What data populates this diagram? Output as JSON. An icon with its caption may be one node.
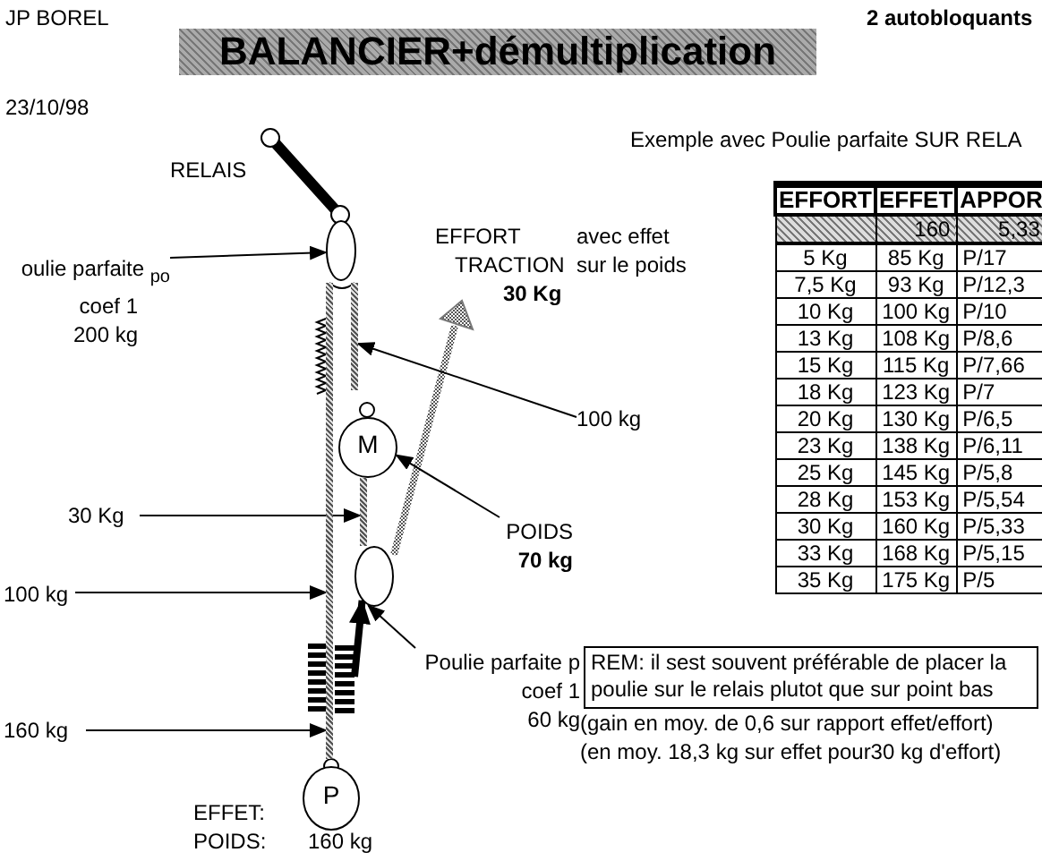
{
  "diagram": {
    "title": "BALANCIER+démultiplication",
    "nodes": [
      {
        "text": [],
        "shape": "circle"
      },
      {
        "text": [
          "oulie parfaite $_{po}$",
          "coef 1",
          "200 kg"
        ]
      },
      {
        "text": [
          "100 kg"
        ]
      },
      {
        "text": [
          "M"
        ]
      },
      {
        "text": [
          "30 Kg"
        ]
      },
      {
        "text": [
          "POIDS",
          "70 kg"
        ]
      },
      {
        "text": [],
        "shape": "circle"
      },
      {
        "text": [
          "100 kg"
        ]
      },
      {
        "text": [
          "Poulie parfaite p",
          "coef 1",
          "60 kg"
        ]
      },
      {
        "text": [
          "REM: il sest souvent préférable de placer la poulie sur le relais plutot que sur point bas"
        ]
      },
      {
        "text": [
          "160 kg"
        ]
      },
      {
        "text": [
          "P"
        ],
        "beside": [
          "160 kg"
        ]
      },
      {
        "text": [],
        "shape": "rope"
      },
      {
        "text": [],
        "shape": "rope"
      },
      {
        "text": [],
        "shape": "rope"
      },
      {
        "text": [],
        "shape": "spring"
      }
    ],
    "edges": [
      {
        "from": 1,
        "to": 0,
        "arrow": "to"
      },
      {
        "from": 2,
        "to": 13,
        "arrow": "to"
      },
      {
        "from": 5,
        "to": 3,
        "arrow": "to"
      },
      {
        "from": 4,
        "to": 14,
        "arrow": "to"
      },
      {
        "from": 7,
        "to": 12,
        "arrow": "to"
      },
      {
        "from": 8,
        "to": 6,
        "arrow": "to"
      },
      {
        "from": 10,
        "to": 12,
        "arrow": "to"
      },
      {
        "from": 15,
        "to": 6,
        "arrow": "to",
        "style": "thick"
      }
    ],
    "labels": [
      "JP BOREL",
      "2 autobloquants",
      "23/10/98",
      "Exemple avec Poulie parfaite SUR RELA",
      "RELAIS",
      "EFFORT",
      "TRACTION",
      "30 Kg",
      "avec effet sur le poids",
      "EFFET:",
      "POIDS:",
      "(gain en moy. de 0,6 sur rapport effet/effort)",
      "(en moy. 18,3 kg sur effet pour30 kg d'effort)",
      "EFFORT",
      "EFFET",
      "APPOR",
      "160",
      "5,33",
      "5 Kg",
      "85 Kg",
      "P/17",
      "7,5 Kg",
      "93 Kg",
      "P/12,3",
      "10 Kg",
      "100 Kg",
      "P/10",
      "13 Kg",
      "108 Kg",
      "P/8,6",
      "15 Kg",
      "115 Kg",
      "P/7,66",
      "18 Kg",
      "123 Kg",
      "P/7",
      "20 Kg",
      "130 Kg",
      "P/6,5",
      "23 Kg",
      "138 Kg",
      "P/6,11",
      "25 Kg",
      "145 Kg",
      "P/5,8",
      "28 Kg",
      "153 Kg",
      "P/5,54",
      "30 Kg",
      "160 Kg",
      "P/5,33",
      "33 Kg",
      "168 Kg",
      "P/5,15",
      "35 Kg",
      "175 Kg",
      "P/5"
    ]
  }
}
